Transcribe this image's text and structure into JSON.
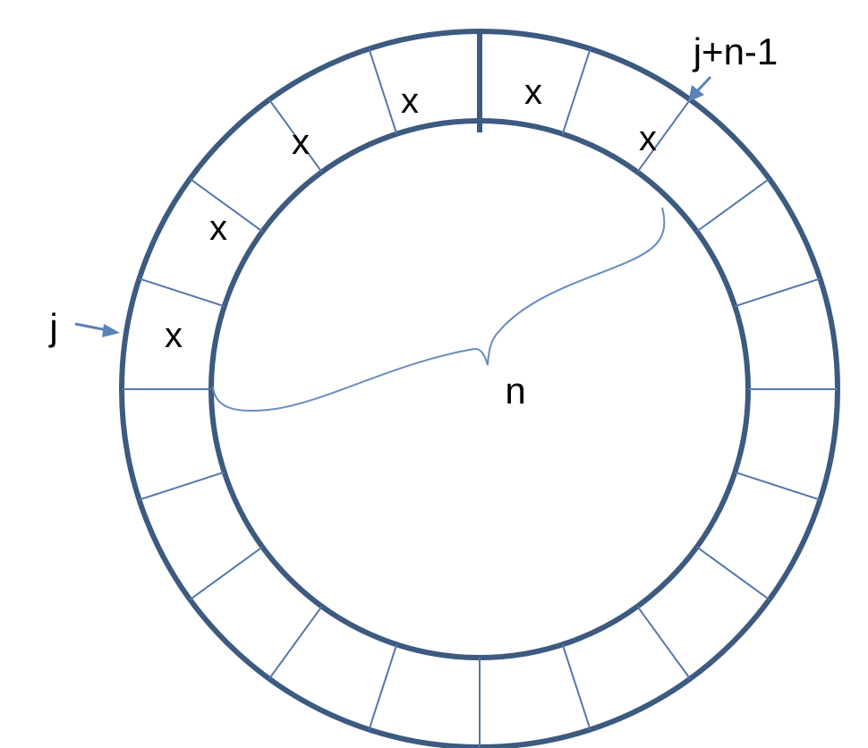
{
  "diagram": {
    "segment_count": 20,
    "marked_cells": [
      {
        "label": "x"
      },
      {
        "label": "x"
      },
      {
        "label": "x"
      },
      {
        "label": "x"
      },
      {
        "label": "x"
      },
      {
        "label": "x"
      }
    ],
    "start_label": "j",
    "end_label": "j+n-1",
    "length_label": "n",
    "colors": {
      "ring": "#3d5a80",
      "divider": "#5577aa",
      "arrow": "#5a82b8",
      "brace": "#6a8cc0",
      "text": "#000000"
    }
  }
}
